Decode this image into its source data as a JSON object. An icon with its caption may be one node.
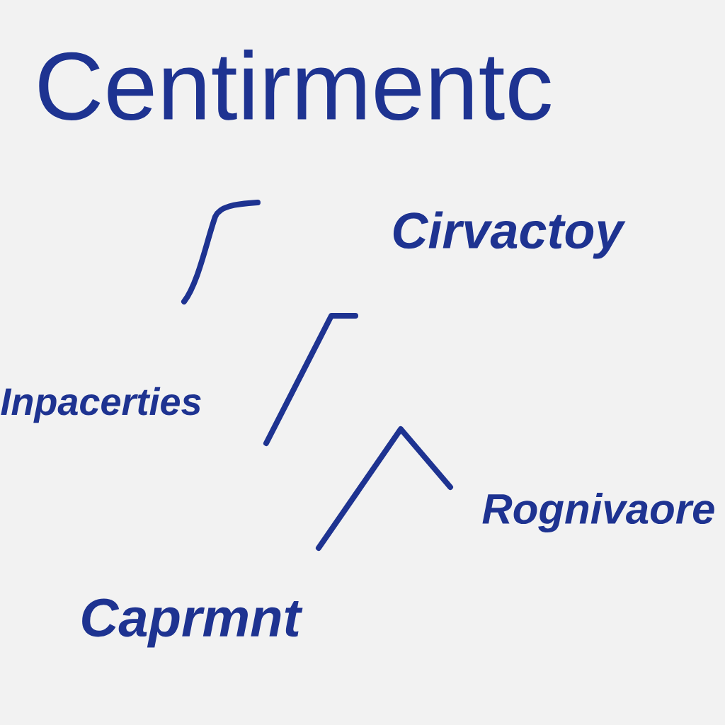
{
  "diagram": {
    "title": "Centirmentc",
    "labels": [
      "Cirvactoy",
      "Inpacerties",
      "Rognivaore",
      "Caprmnt"
    ]
  }
}
